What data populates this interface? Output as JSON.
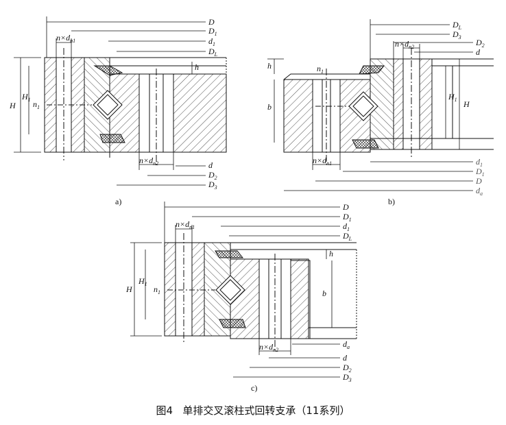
{
  "figure": {
    "caption_label": "图4",
    "caption_text": "单排交叉滚柱式回转支承（11系列）"
  },
  "panels": {
    "a": {
      "label": "a)",
      "top_dims": [
        {
          "base": "D",
          "sub": ""
        },
        {
          "base": "D",
          "sub": "1"
        },
        {
          "base": "d",
          "sub": "1"
        },
        {
          "base": "D",
          "sub": "L"
        }
      ],
      "bolt_top": {
        "base": "n×d",
        "sub": "n1"
      },
      "bolt_bottom": {
        "base": "n×d",
        "sub": "n2"
      },
      "bottom_dims": [
        {
          "base": "d",
          "sub": ""
        },
        {
          "base": "D",
          "sub": "2"
        },
        {
          "base": "D",
          "sub": "3"
        }
      ],
      "h": "h",
      "H": "H",
      "H1": {
        "base": "H",
        "sub": "1"
      },
      "n1": {
        "base": "n",
        "sub": "1"
      }
    },
    "b": {
      "label": "b)",
      "top_dims": [
        {
          "base": "D",
          "sub": "L"
        },
        {
          "base": "D",
          "sub": "3"
        },
        {
          "base": "D",
          "sub": "2"
        },
        {
          "base": "d",
          "sub": ""
        }
      ],
      "bolt_top": {
        "base": "n×d",
        "sub": "n2"
      },
      "bolt_bottom": {
        "base": "n×d",
        "sub": "n1"
      },
      "bottom_dims": [
        {
          "base": "d",
          "sub": "1"
        },
        {
          "base": "D",
          "sub": "1"
        },
        {
          "base": "D",
          "sub": ""
        },
        {
          "base": "d",
          "sub": "a"
        }
      ],
      "h": "h",
      "b": "b",
      "H": "H",
      "H1": {
        "base": "H",
        "sub": "1"
      },
      "n1": {
        "base": "n",
        "sub": "1"
      }
    },
    "c": {
      "label": "c)",
      "top_dims": [
        {
          "base": "D",
          "sub": ""
        },
        {
          "base": "D",
          "sub": "1"
        },
        {
          "base": "d",
          "sub": "1"
        },
        {
          "base": "D",
          "sub": "L"
        }
      ],
      "bolt_top": {
        "base": "n×d",
        "sub": "n1"
      },
      "bolt_bottom": {
        "base": "n×d",
        "sub": "n2"
      },
      "bottom_dims": [
        {
          "base": "d",
          "sub": "a"
        },
        {
          "base": "d",
          "sub": ""
        },
        {
          "base": "D",
          "sub": "2"
        },
        {
          "base": "D",
          "sub": "3"
        }
      ],
      "h": "h",
      "b": "b",
      "H": "H",
      "H1": {
        "base": "H",
        "sub": "1"
      },
      "n1": {
        "base": "n",
        "sub": "1"
      }
    }
  }
}
